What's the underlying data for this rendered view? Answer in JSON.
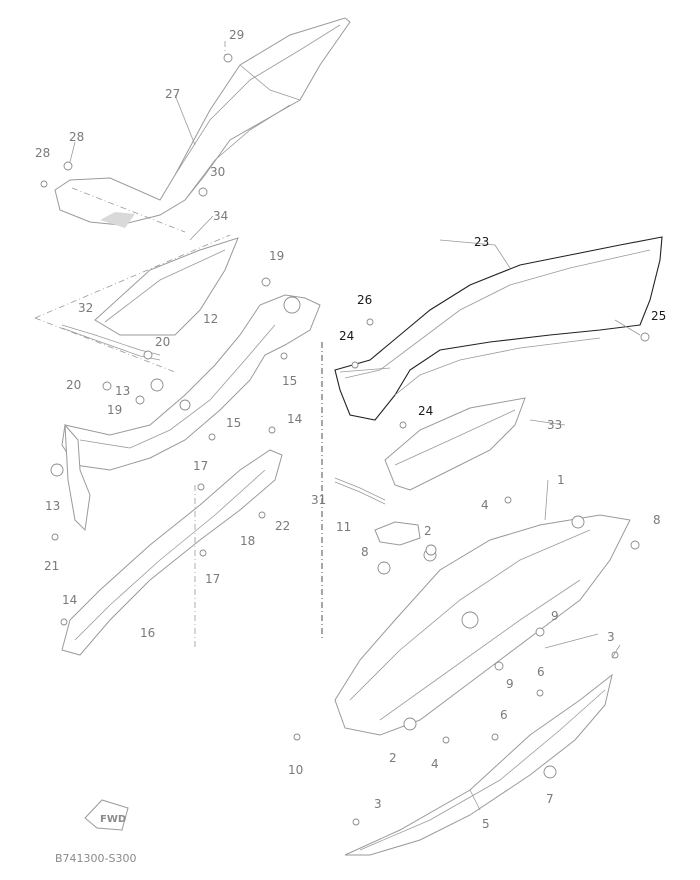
{
  "diagram": {
    "code": "B741300-S300",
    "fwd_label": "FWD",
    "callouts": [
      {
        "id": "c1",
        "text": "1"
      },
      {
        "id": "c2a",
        "text": "2"
      },
      {
        "id": "c2b",
        "text": "2"
      },
      {
        "id": "c3a",
        "text": "3"
      },
      {
        "id": "c3b",
        "text": "3"
      },
      {
        "id": "c4a",
        "text": "4"
      },
      {
        "id": "c4b",
        "text": "4"
      },
      {
        "id": "c5",
        "text": "5"
      },
      {
        "id": "c6a",
        "text": "6"
      },
      {
        "id": "c6b",
        "text": "6"
      },
      {
        "id": "c7",
        "text": "7"
      },
      {
        "id": "c8a",
        "text": "8"
      },
      {
        "id": "c8b",
        "text": "8"
      },
      {
        "id": "c9a",
        "text": "9"
      },
      {
        "id": "c9b",
        "text": "9"
      },
      {
        "id": "c10",
        "text": "10"
      },
      {
        "id": "c11",
        "text": "11"
      },
      {
        "id": "c12",
        "text": "12"
      },
      {
        "id": "c13a",
        "text": "13"
      },
      {
        "id": "c13b",
        "text": "13"
      },
      {
        "id": "c14a",
        "text": "14"
      },
      {
        "id": "c14b",
        "text": "14"
      },
      {
        "id": "c15a",
        "text": "15"
      },
      {
        "id": "c15b",
        "text": "15"
      },
      {
        "id": "c16",
        "text": "16"
      },
      {
        "id": "c17a",
        "text": "17"
      },
      {
        "id": "c17b",
        "text": "17"
      },
      {
        "id": "c18",
        "text": "18"
      },
      {
        "id": "c19a",
        "text": "19"
      },
      {
        "id": "c19b",
        "text": "19"
      },
      {
        "id": "c20a",
        "text": "20"
      },
      {
        "id": "c20b",
        "text": "20"
      },
      {
        "id": "c21",
        "text": "21"
      },
      {
        "id": "c22",
        "text": "22"
      },
      {
        "id": "c23",
        "text": "23"
      },
      {
        "id": "c24a",
        "text": "24"
      },
      {
        "id": "c24b",
        "text": "24"
      },
      {
        "id": "c25",
        "text": "25"
      },
      {
        "id": "c26",
        "text": "26"
      },
      {
        "id": "c27",
        "text": "27"
      },
      {
        "id": "c28a",
        "text": "28"
      },
      {
        "id": "c28b",
        "text": "28"
      },
      {
        "id": "c29",
        "text": "29"
      },
      {
        "id": "c30",
        "text": "30"
      },
      {
        "id": "c31",
        "text": "31"
      },
      {
        "id": "c32",
        "text": "32"
      },
      {
        "id": "c33",
        "text": "33"
      },
      {
        "id": "c34",
        "text": "34"
      }
    ]
  }
}
